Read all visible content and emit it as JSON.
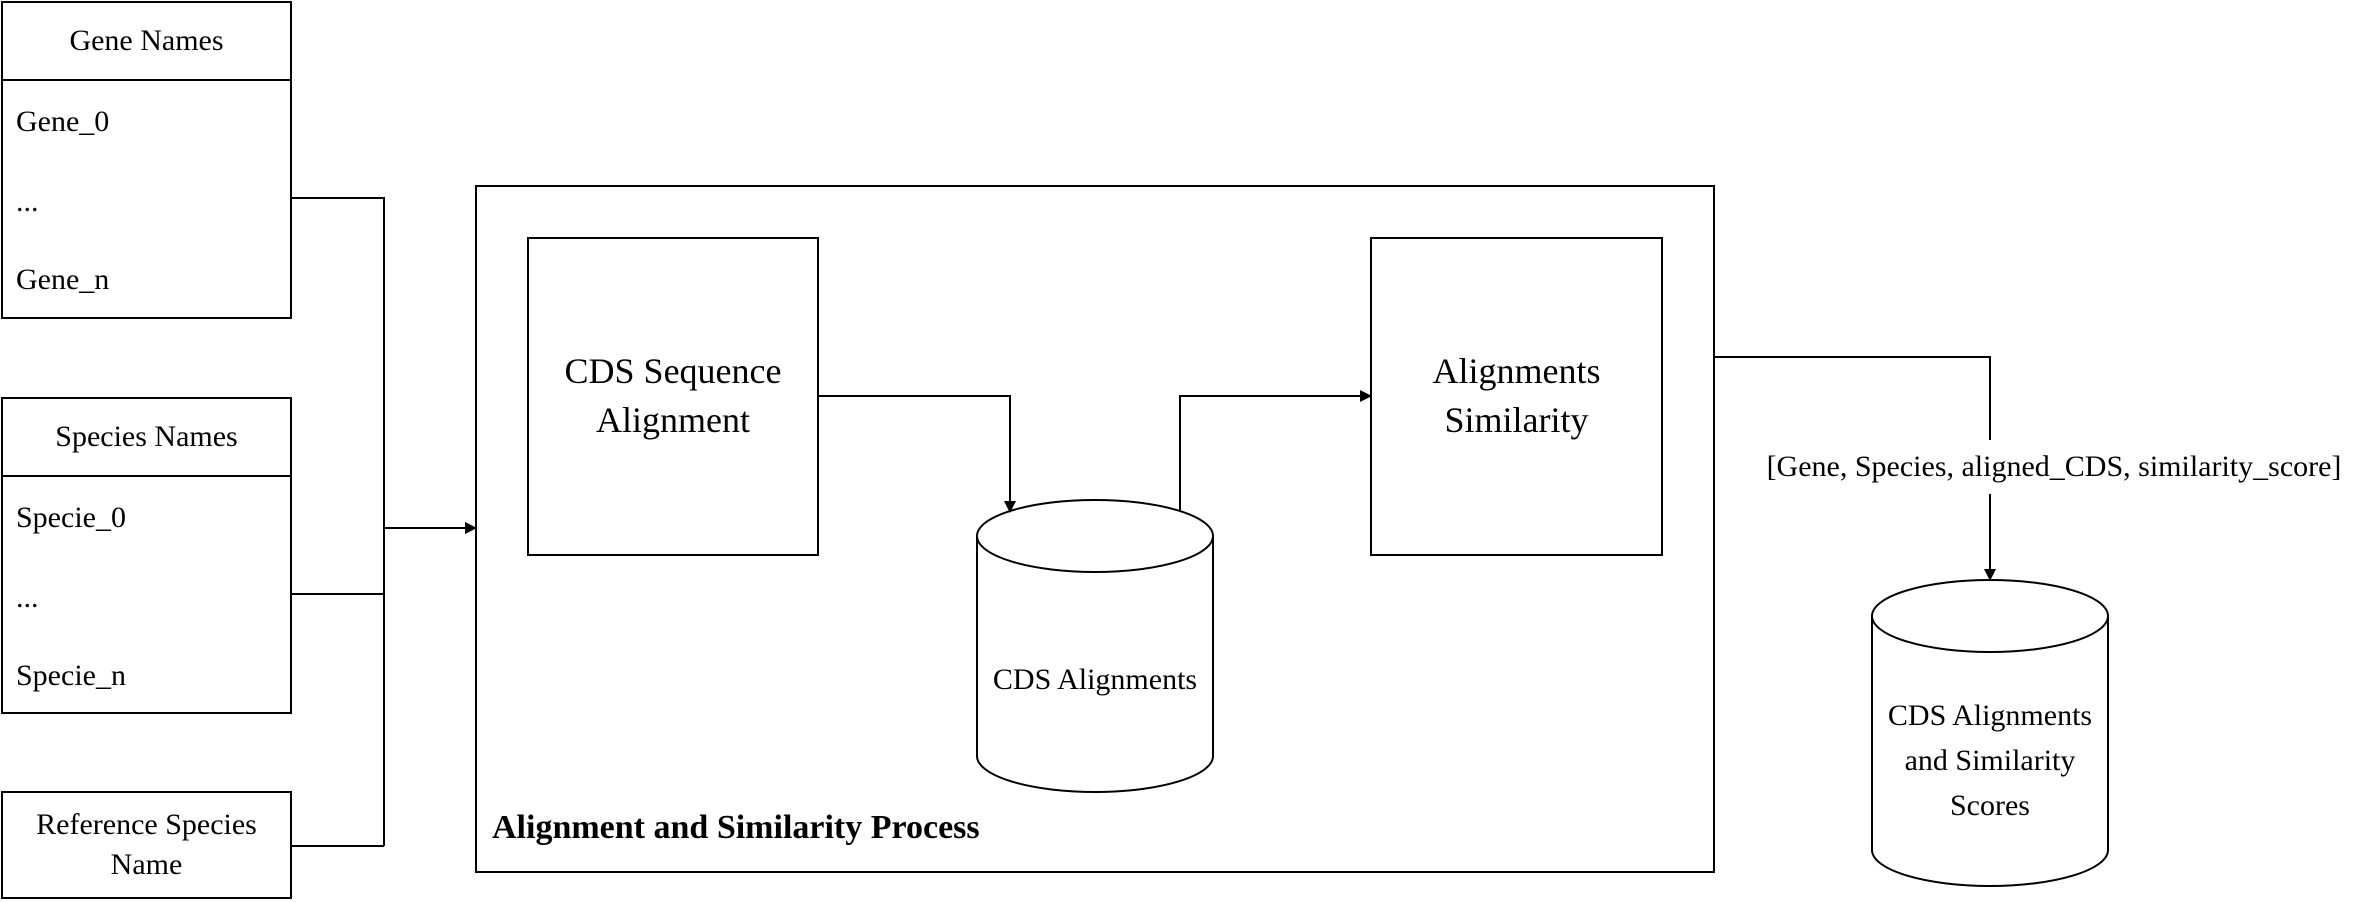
{
  "gene_list": {
    "header": "Gene Names",
    "items": [
      "Gene_0",
      "...",
      "Gene_n"
    ]
  },
  "species_list": {
    "header": "Species Names",
    "items": [
      "Specie_0",
      "...",
      "Specie_n"
    ]
  },
  "reference_species": {
    "label": "Reference Species\nName"
  },
  "process_container": {
    "title": "Alignment and Similarity Process"
  },
  "cds_alignment_step": {
    "label": "CDS Sequence\nAlignment"
  },
  "cds_alignments_store": {
    "label": "CDS Alignments"
  },
  "similarity_step": {
    "label": "Alignments\nSimilarity"
  },
  "output_schema": {
    "label": "[Gene, Species, aligned_CDS, similarity_score]"
  },
  "output_store": {
    "label": "CDS Alignments\nand Similarity\nScores"
  }
}
